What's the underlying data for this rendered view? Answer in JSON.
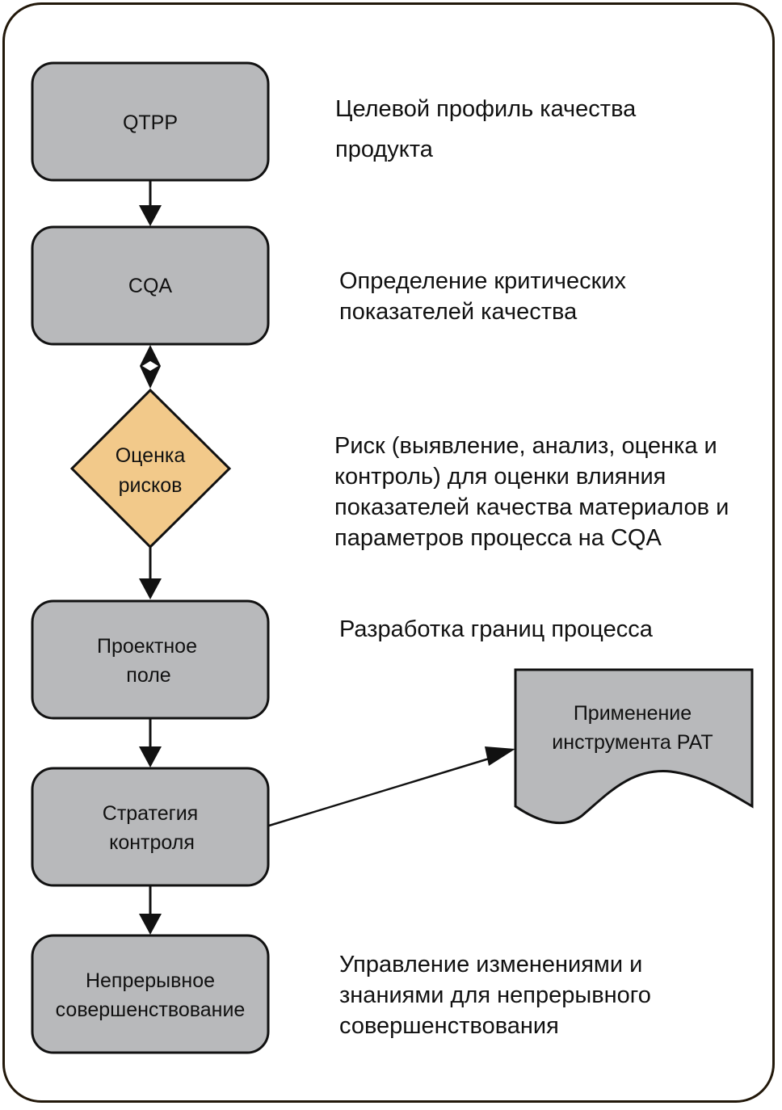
{
  "colors": {
    "box_fill": "#b8b9bb",
    "decision_fill": "#f2c98a",
    "stroke": "#111111",
    "frame": "#22180a"
  },
  "nodes": [
    {
      "id": "qtpp",
      "type": "process",
      "label_lines": [
        "QTPP"
      ]
    },
    {
      "id": "cqa",
      "type": "process",
      "label_lines": [
        "CQA"
      ]
    },
    {
      "id": "risk",
      "type": "decision",
      "label_lines": [
        "Оценка",
        "рисков"
      ]
    },
    {
      "id": "design-space",
      "type": "process",
      "label_lines": [
        "Проектное",
        "поле"
      ]
    },
    {
      "id": "control-strategy",
      "type": "process",
      "label_lines": [
        "Стратегия",
        "контроля"
      ]
    },
    {
      "id": "continuous-improvement",
      "type": "process",
      "label_lines": [
        "Непрерывное",
        "совершенствование"
      ]
    },
    {
      "id": "pat",
      "type": "document",
      "label_lines": [
        "Применение",
        "инструмента PAT"
      ]
    }
  ],
  "edges": [
    {
      "from": "qtpp",
      "to": "cqa",
      "direction": "forward"
    },
    {
      "from": "cqa",
      "to": "risk",
      "direction": "both"
    },
    {
      "from": "risk",
      "to": "design-space",
      "direction": "forward"
    },
    {
      "from": "design-space",
      "to": "control-strategy",
      "direction": "forward"
    },
    {
      "from": "control-strategy",
      "to": "continuous-improvement",
      "direction": "forward"
    },
    {
      "from": "control-strategy",
      "to": "pat",
      "direction": "forward"
    }
  ],
  "descriptions": {
    "qtpp": "Целевой профиль качества\nпродукта",
    "cqa": "Определение критических\nпоказателей качества",
    "risk": "Риск (выявление, анализ, оценка и\nконтроль) для оценки влияния\nпоказателей качества материалов и\nпараметров процесса на CQA",
    "design_space": "Разработка границ процесса",
    "continuous_improvement": "Управление изменениями и\nзнаниями для непрерывного\nсовершенствования"
  }
}
